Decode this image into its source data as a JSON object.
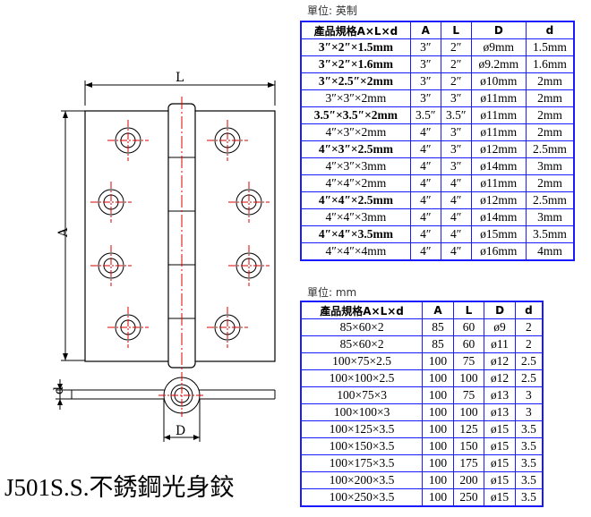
{
  "labels": {
    "L": "L",
    "A": "A",
    "d": "d",
    "D": "D"
  },
  "inch_table": {
    "unit": "單位: 英制",
    "headers": [
      "產品規格A×L×d",
      "A",
      "L",
      "D",
      "d"
    ],
    "rows": [
      {
        "spec": "3″×2″×1.5mm",
        "A": "3″",
        "L": "2″",
        "D": "ø9mm",
        "d": "1.5mm",
        "bold": true
      },
      {
        "spec": "3″×2″×1.6mm",
        "A": "3″",
        "L": "2″",
        "D": "ø9.2mm",
        "d": "1.6mm",
        "bold": true
      },
      {
        "spec": "3″×2.5″×2mm",
        "A": "3″",
        "L": "2″",
        "D": "ø10mm",
        "d": "2mm",
        "bold": true
      },
      {
        "spec": "3″×3″×2mm",
        "A": "3″",
        "L": "3″",
        "D": "ø11mm",
        "d": "2mm",
        "bold": false
      },
      {
        "spec": "3.5″×3.5″×2mm",
        "A": "3.5″",
        "L": "3.5″",
        "D": "ø11mm",
        "d": "2mm",
        "bold": true
      },
      {
        "spec": "4″×3″×2mm",
        "A": "4″",
        "L": "3″",
        "D": "ø11mm",
        "d": "2mm",
        "bold": false
      },
      {
        "spec": "4″×3″×2.5mm",
        "A": "4″",
        "L": "3″",
        "D": "ø12mm",
        "d": "2.5mm",
        "bold": true
      },
      {
        "spec": "4″×3″×3mm",
        "A": "4″",
        "L": "3″",
        "D": "ø14mm",
        "d": "3mm",
        "bold": false
      },
      {
        "spec": "4″×4″×2mm",
        "A": "4″",
        "L": "4″",
        "D": "ø11mm",
        "d": "2mm",
        "bold": false
      },
      {
        "spec": "4″×4″×2.5mm",
        "A": "4″",
        "L": "4″",
        "D": "ø12mm",
        "d": "2.5mm",
        "bold": true
      },
      {
        "spec": "4″×4″×3mm",
        "A": "4″",
        "L": "4″",
        "D": "ø14mm",
        "d": "3mm",
        "bold": false
      },
      {
        "spec": "4″×4″×3.5mm",
        "A": "4″",
        "L": "4″",
        "D": "ø15mm",
        "d": "3.5mm",
        "bold": true
      },
      {
        "spec": "4″×4″×4mm",
        "A": "4″",
        "L": "4″",
        "D": "ø16mm",
        "d": "4mm",
        "bold": false
      }
    ]
  },
  "mm_table": {
    "unit": "單位: mm",
    "headers": [
      "產品規格A×L×d",
      "A",
      "L",
      "D",
      "d"
    ],
    "rows": [
      {
        "spec": "85×60×2",
        "A": "85",
        "L": "60",
        "D": "ø9",
        "d": "2"
      },
      {
        "spec": "85×60×2",
        "A": "85",
        "L": "60",
        "D": "ø11",
        "d": "2"
      },
      {
        "spec": "100×75×2.5",
        "A": "100",
        "L": "75",
        "D": "ø12",
        "d": "2.5"
      },
      {
        "spec": "100×100×2.5",
        "A": "100",
        "L": "100",
        "D": "ø12",
        "d": "2.5"
      },
      {
        "spec": "100×75×3",
        "A": "100",
        "L": "75",
        "D": "ø13",
        "d": "3"
      },
      {
        "spec": "100×100×3",
        "A": "100",
        "L": "100",
        "D": "ø13",
        "d": "3"
      },
      {
        "spec": "100×125×3.5",
        "A": "100",
        "L": "125",
        "D": "ø15",
        "d": "3.5"
      },
      {
        "spec": "100×150×3.5",
        "A": "100",
        "L": "150",
        "D": "ø15",
        "d": "3.5"
      },
      {
        "spec": "100×175×3.5",
        "A": "100",
        "L": "175",
        "D": "ø15",
        "d": "3.5"
      },
      {
        "spec": "100×200×3.5",
        "A": "100",
        "L": "200",
        "D": "ø15",
        "d": "3.5"
      },
      {
        "spec": "100×250×3.5",
        "A": "100",
        "L": "250",
        "D": "ø15",
        "d": "3.5"
      }
    ]
  },
  "product_title": "J501S.S.不銹鋼光身鉸"
}
